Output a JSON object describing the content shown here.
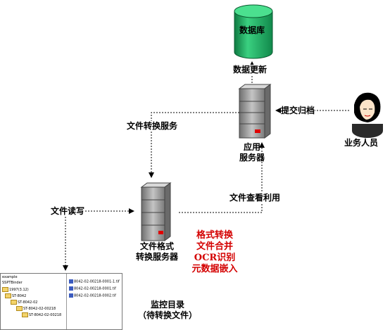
{
  "nodes": {
    "database": "数据库",
    "data_update": "数据更新",
    "submit_archive": "提交归档",
    "business_person": "业务人员",
    "file_convert_service": "文件转换服务",
    "server_label_line1": "应用",
    "server_label_line2": "服务器",
    "file_view_use": "文件查看利用",
    "file_read_write": "文件读写",
    "format_server_line1": "文件格式",
    "format_server_line2": "转换服务器"
  },
  "processing_steps": [
    "格式转换",
    "文件合并",
    "OCR识别",
    "元数据嵌入"
  ],
  "watch_dir": {
    "line1": "监控目录",
    "line2": "（待转换文件）"
  },
  "explorer": {
    "tree": [
      "example",
      "SSPTBinder",
      "1997(3.12)",
      "ST-8042",
      "ST-8042-02",
      "ST-8042-02-00218",
      "ST-8042-02-00218"
    ],
    "files": [
      "8042-02-00218-0001-1.tif",
      "8042-02-00218-0001.tif",
      "8042-02-00218-0002.tif"
    ]
  },
  "colors": {
    "database_fill": "#1fb866",
    "red_text": "#d40000",
    "server_body": "#9a9a9a"
  }
}
